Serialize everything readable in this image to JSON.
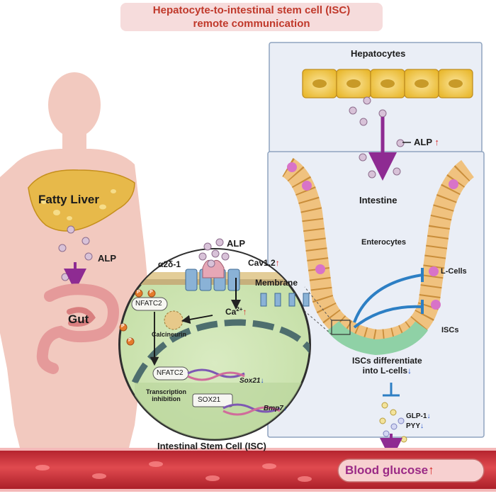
{
  "title": {
    "line1": "Hepatocyte-to-intestinal stem cell (ISC)",
    "line2": "remote communication"
  },
  "body_labels": {
    "fatty_liver": "Fatty Liver",
    "alp": "ALP",
    "gut": "Gut"
  },
  "right_panel": {
    "hepatocytes": "Hepatocytes",
    "alp": "ALP",
    "alp_arrow": "↑",
    "intestine": "Intestine",
    "enterocytes": "Enterocytes",
    "l_cells": "L-Cells",
    "iscs": "ISCs",
    "iscs_diff_line1": "ISCs differentiate",
    "iscs_diff_line2": "into L-cells",
    "iscs_diff_arrow": "↓",
    "glp1": "GLP-1",
    "glp1_arrow": "↓",
    "pyy": "PYY",
    "pyy_arrow": "↓"
  },
  "isc_circle": {
    "alp": "ALP",
    "a2d1": "α2δ-1",
    "cav": "Cav1.2",
    "cav_arrow": "↑",
    "membrane": "Membrane",
    "nfatc2_top": "NFATC2",
    "calcineurin": "Calcineurin",
    "ca": "Ca",
    "ca_sup": "2+",
    "ca_arrow": "↑",
    "nfatc2_nuc": "NFATC2",
    "transcription_line1": "Transcription",
    "transcription_line2": "inhibition",
    "sox21_gene": "Sox21",
    "sox21_arrow": "↓",
    "sox21_protein": "SOX21",
    "bmp7_gene": "Bmp7",
    "bmp7_arrow": "↓",
    "p_label": "P",
    "caption": "Intestinal Stem Cell (ISC)"
  },
  "blood": {
    "label": "Blood glucose",
    "arrow": "↑"
  },
  "colors": {
    "title_bg": "#f6dcdc",
    "title_text": "#c0392b",
    "body_skin": "#f2c9bf",
    "liver": "#e7b94a",
    "gut": "#e59a9a",
    "panel_bg": "#eaeef6",
    "hepatocyte": "#f4d064",
    "alp_dot": "#d8c2d8",
    "arrow_purple": "#8e2b92",
    "isc_green": "#8fd1a6",
    "l_cell_pink": "#d873c8",
    "inhibit_blue": "#2d7fc4",
    "vessel_red": "#c8323a",
    "up_red": "#d62828",
    "down_blue": "#1f4fc8"
  }
}
